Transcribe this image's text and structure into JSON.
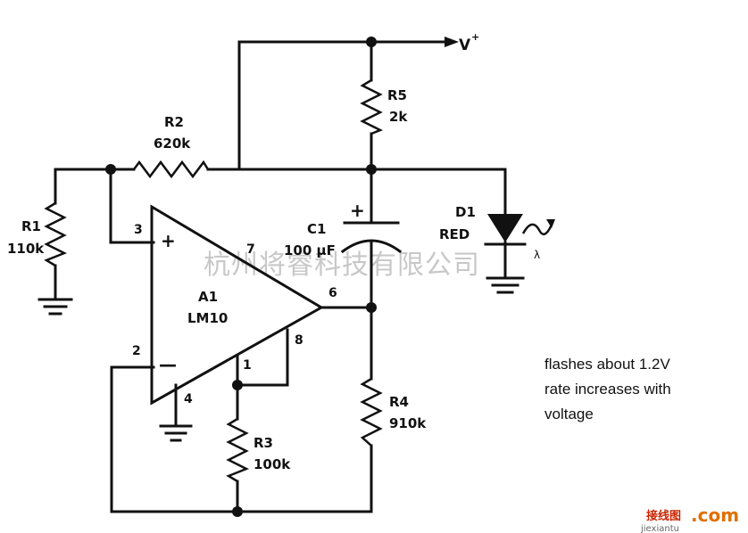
{
  "watermark": "杭州将睿科技有限公司",
  "supply": {
    "label": "V",
    "superscript": "+"
  },
  "components": {
    "R1": {
      "ref": "R1",
      "value": "110k"
    },
    "R2": {
      "ref": "R2",
      "value": "620k"
    },
    "R3": {
      "ref": "R3",
      "value": "100k"
    },
    "R4": {
      "ref": "R4",
      "value": "910k"
    },
    "R5": {
      "ref": "R5",
      "value": "2k"
    },
    "C1": {
      "ref": "C1",
      "value": "100 μF"
    },
    "D1": {
      "ref": "D1",
      "value": "RED"
    },
    "A1": {
      "ref": "A1",
      "value": "LM10"
    }
  },
  "opamp": {
    "plus": "+",
    "minus": "—",
    "pins": {
      "p1": "1",
      "p2": "2",
      "p3": "3",
      "p4": "4",
      "p6": "6",
      "p7": "7",
      "p8": "8"
    }
  },
  "cap_plus": "+",
  "note": [
    "flashes about 1.2V",
    "rate increases with",
    "voltage"
  ],
  "logo": {
    "chinese": "接线图",
    "dot_com": ".com",
    "domain": "jiexiantu"
  }
}
